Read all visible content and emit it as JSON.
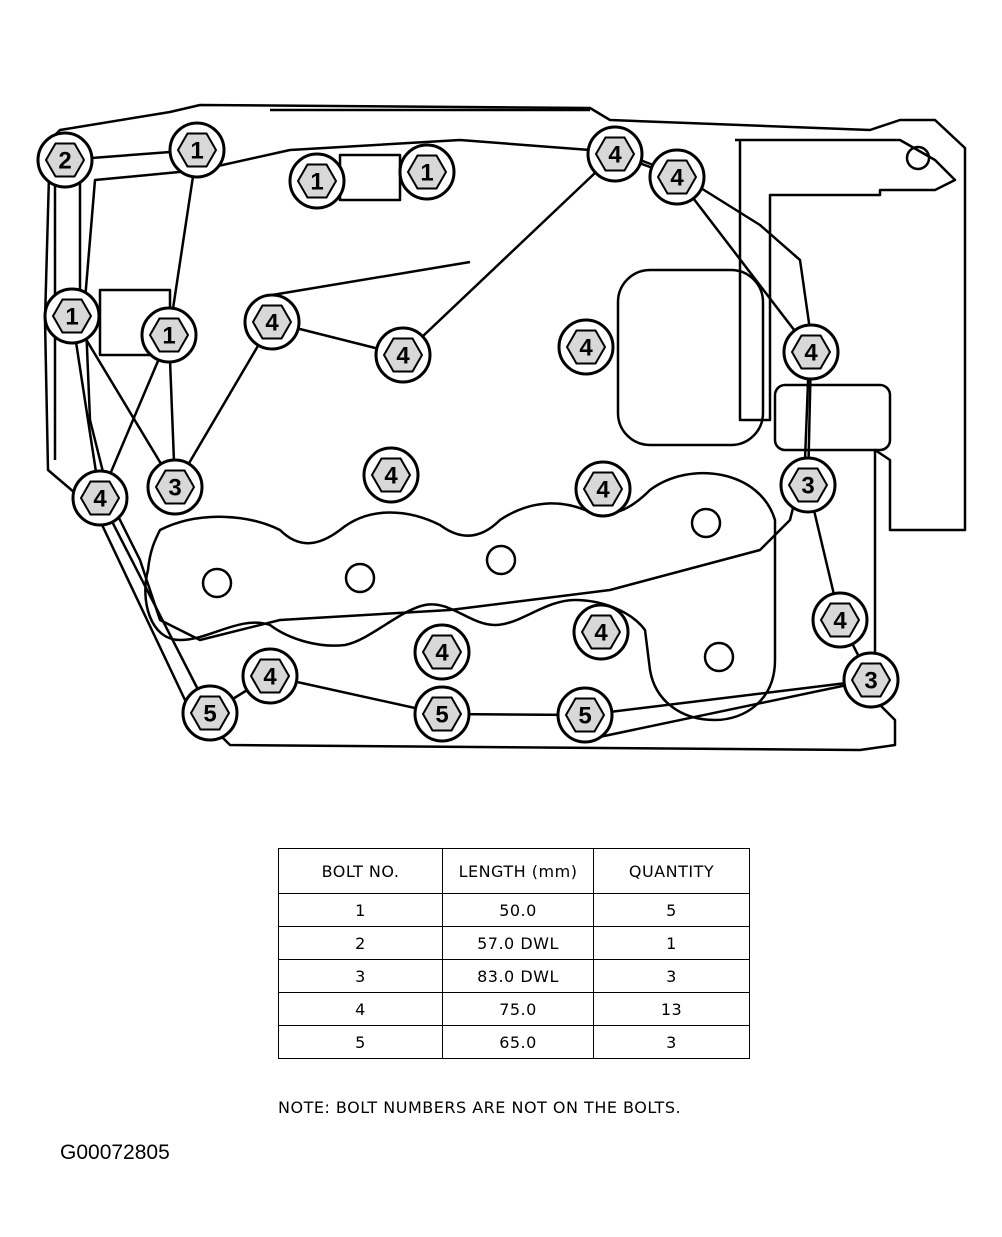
{
  "diagram": {
    "bolts": [
      {
        "id": "2"
      },
      {
        "id": "1"
      },
      {
        "id": "1"
      },
      {
        "id": "1"
      },
      {
        "id": "4"
      },
      {
        "id": "4"
      },
      {
        "id": "1"
      },
      {
        "id": "1"
      },
      {
        "id": "4"
      },
      {
        "id": "4"
      },
      {
        "id": "4"
      },
      {
        "id": "4"
      },
      {
        "id": "4"
      },
      {
        "id": "3"
      },
      {
        "id": "4"
      },
      {
        "id": "4"
      },
      {
        "id": "3"
      },
      {
        "id": "4"
      },
      {
        "id": "4"
      },
      {
        "id": "4"
      },
      {
        "id": "3"
      },
      {
        "id": "5"
      },
      {
        "id": "5"
      },
      {
        "id": "5"
      },
      {
        "id": "4"
      }
    ]
  },
  "table": {
    "headers": [
      "BOLT NO.",
      "LENGTH (mm)",
      "QUANTITY"
    ],
    "rows": [
      [
        "1",
        "50.0",
        "5"
      ],
      [
        "2",
        "57.0 DWL",
        "1"
      ],
      [
        "3",
        "83.0 DWL",
        "3"
      ],
      [
        "4",
        "75.0",
        "13"
      ],
      [
        "5",
        "65.0",
        "3"
      ]
    ]
  },
  "note": "NOTE: BOLT NUMBERS ARE NOT ON THE BOLTS.",
  "figure_id": "G00072805"
}
